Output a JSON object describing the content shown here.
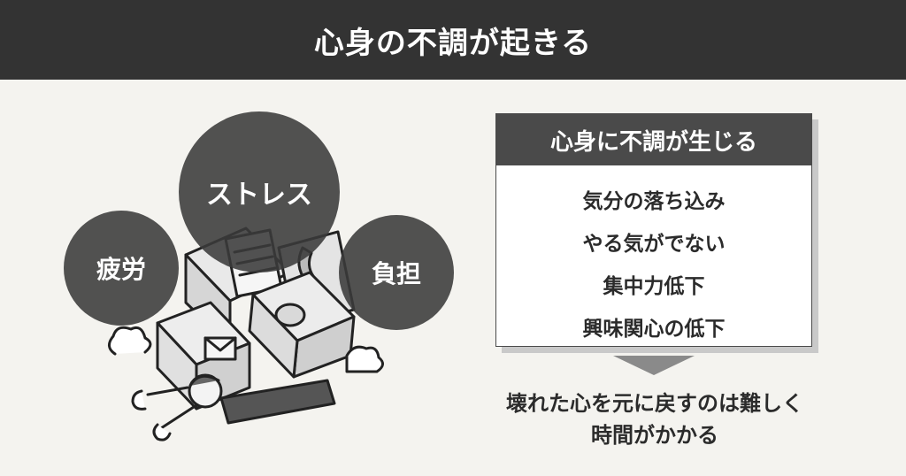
{
  "header": {
    "title": "心身の不調が起きる"
  },
  "causes": {
    "stress": "ストレス",
    "fatigue": "疲労",
    "burden": "負担"
  },
  "card": {
    "title": "心身に不調が生じる",
    "items": [
      "気分の落ち込み",
      "やる気がでない",
      "集中力低下",
      "興味関心の低下"
    ]
  },
  "conclusion": {
    "line1": "壊れた心を元に戻すのは難しく",
    "line2": "時間がかかる"
  },
  "colors": {
    "header_bg": "#333333",
    "page_bg": "#f4f3ef",
    "bubble": "#3a3a3a",
    "card_head": "#4a4a4a"
  }
}
